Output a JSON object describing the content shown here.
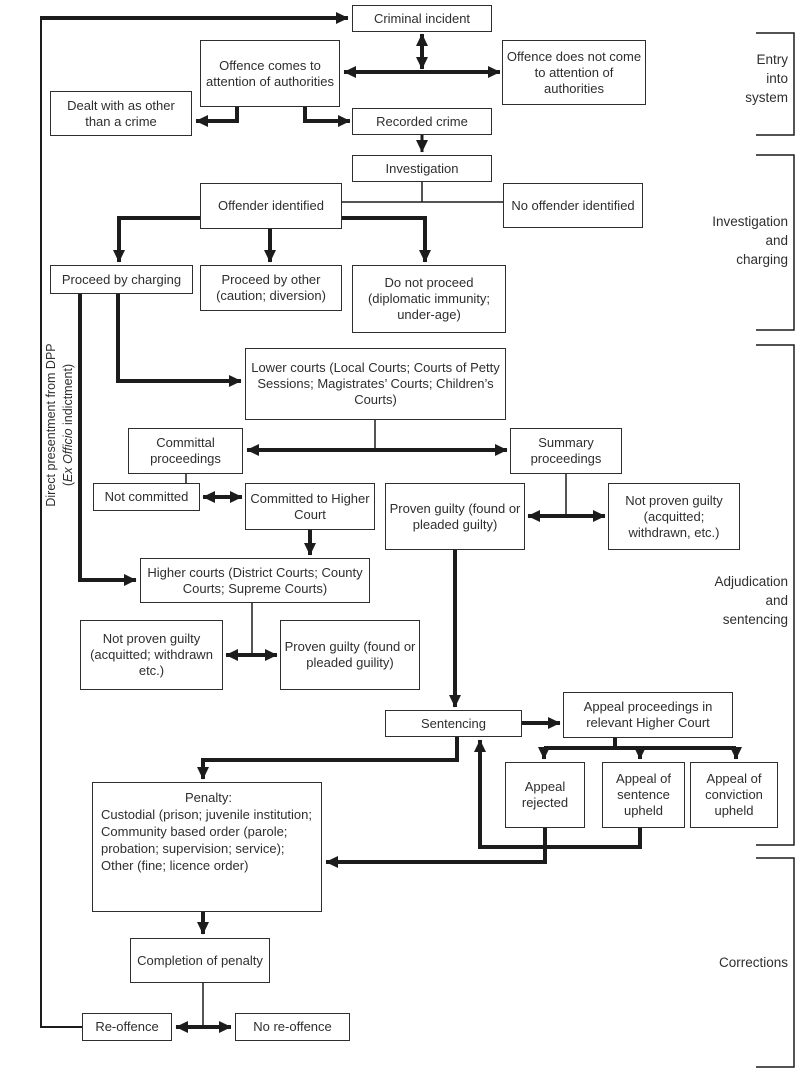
{
  "nodes": {
    "criminal_incident": "Criminal incident",
    "offence_attention": "Offence comes to attention of authorities",
    "offence_no_attention": "Offence does not come to attention of authorities",
    "dealt_other": "Dealt with as other than a crime",
    "recorded_crime": "Recorded crime",
    "investigation": "Investigation",
    "offender_identified": "Offender identified",
    "no_offender_identified": "No offender identified",
    "proceed_charging": "Proceed by charging",
    "proceed_other": "Proceed by other (caution; diversion)",
    "do_not_proceed": "Do not proceed (diplomatic immunity; under-age)",
    "lower_courts": "Lower courts (Local Courts; Courts of Petty Sessions; Magistrates’ Courts; Children’s Courts)",
    "committal_proceedings": "Committal proceedings",
    "summary_proceedings": "Summary proceedings",
    "not_committed": "Not committed",
    "committed_higher": "Committed to Higher Court",
    "proven_guilty_summary": "Proven guilty (found or pleaded guilty)",
    "not_proven_summary": "Not proven guilty (acquitted; withdrawn, etc.)",
    "higher_courts": "Higher courts (District Courts; County Courts; Supreme Courts)",
    "not_proven_higher": "Not proven guilty (acquitted; withdrawn etc.)",
    "proven_guilty_higher": "Proven guilty (found or pleaded guility)",
    "sentencing": "Sentencing",
    "appeal_proceedings": "Appeal proceedings in relevant Higher Court",
    "appeal_rejected": "Appeal rejected",
    "appeal_sentence_upheld": "Appeal of sentence upheld",
    "appeal_conviction_upheld": "Appeal of conviction upheld",
    "completion": "Completion of penalty",
    "re_offence": "Re-offence",
    "no_re_offence": "No re-offence"
  },
  "penalty": {
    "title": "Penalty:",
    "lines": [
      "Custodial (prison; juvenile institution;",
      "Community based order (parole; probation; supervision; service);",
      "Other (fine; licence order)"
    ]
  },
  "stages": [
    {
      "label": "Entry\ninto\nsystem"
    },
    {
      "label": "Investigation\nand\ncharging"
    },
    {
      "label": "Adjudication\nand\nsentencing"
    },
    {
      "label": "Corrections"
    }
  ],
  "dpp_note": {
    "line1": "Direct presentment from DPP",
    "open": "(",
    "italic": "Ex Officio",
    "rest": " indictment)"
  },
  "colors": {
    "line": "#1c1c1c",
    "box_border": "#2e2e2e",
    "text": "#2e2e2e",
    "background": "#ffffff"
  }
}
